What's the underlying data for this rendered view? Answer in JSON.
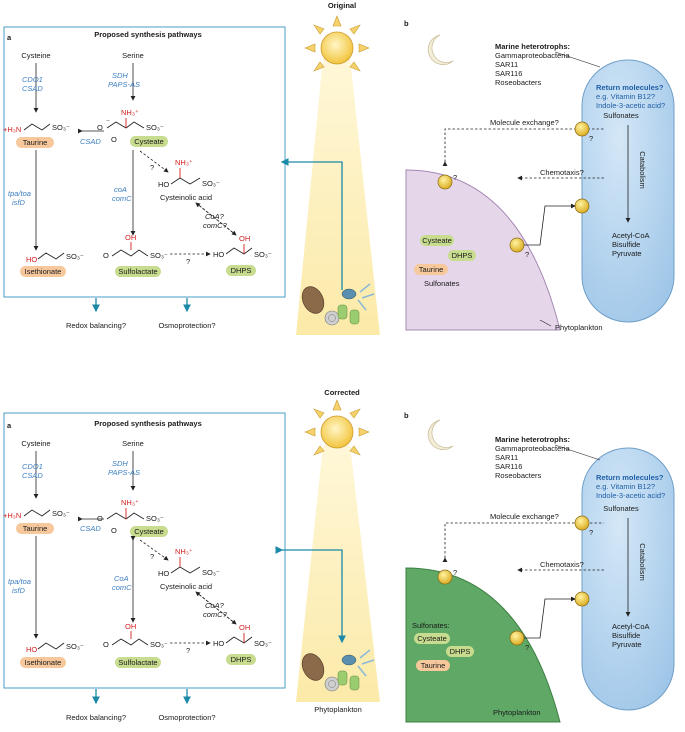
{
  "versions": [
    {
      "heading": "Original",
      "panel_a": {
        "label": "a",
        "title": "Proposed synthesis pathways",
        "cysteine": "Cysteine",
        "serine": "Serine",
        "enz_cdo": [
          "CDO1",
          "CSAD"
        ],
        "enz_sdh": [
          "SDH",
          "PAPS-AS"
        ],
        "enz_csad": "CSAD",
        "enz_tpa": [
          "tpa/toa",
          "isfD"
        ],
        "enz_coa": [
          "coA",
          "comC"
        ],
        "enz_coa2": [
          "CoA?",
          "comC?"
        ],
        "q": "?",
        "taurine": "Taurine",
        "cysteate": "Cysteate",
        "cysteinolic": "Cysteinolic acid",
        "isethionate": "Isethionate",
        "sulfolactate": "Sulfolactate",
        "dhps": "DHPS",
        "redox": "Redox balancing?",
        "osmo": "Osmoprotection?"
      },
      "panel_b": {
        "label": "b",
        "heterotrophs_title": "Marine heterotrophs:",
        "heterotrophs": [
          "Gammaproteobacteria",
          "SAR11",
          "SAR116",
          "Roseobacters"
        ],
        "return_title": "Return molecules?",
        "return_lines": [
          "e.g. Vitamin B12?",
          "Indole-3-acetic acid?"
        ],
        "sulfonates_cell": "Sulfonates",
        "catabolism": "Catabolism",
        "products": [
          "Acetyl-CoA",
          "Bisulfide",
          "Pyruvate"
        ],
        "exchange": "Molecule exchange?",
        "chemotaxis": "Chemotaxis?",
        "phyto_items": [
          "Cysteate",
          "DHPS",
          "Taurine",
          "Sulfonates"
        ],
        "phytoplankton": "Phytoplankton"
      }
    },
    {
      "heading": "Corrected",
      "panel_a": {
        "label": "a",
        "title": "Proposed synthesis pathways",
        "cysteine": "Cysteine",
        "serine": "Serine",
        "enz_cdo": [
          "CDO1",
          "CSAD"
        ],
        "enz_sdh": [
          "SDH",
          "PAPS-AS"
        ],
        "enz_csad": "CSAD",
        "enz_tpa": [
          "tpa/toa",
          "isfD"
        ],
        "enz_coa": [
          "CoA",
          "comC"
        ],
        "enz_coa2": [
          "CoA?",
          "comC?"
        ],
        "q": "?",
        "taurine": "Taurine",
        "cysteate": "Cysteate",
        "cysteinolic": "Cysteinolic acid",
        "isethionate": "Isethionate",
        "sulfolactate": "Sulfolactate",
        "dhps": "DHPS",
        "redox": "Redox balancing?",
        "osmo": "Osmoprotection?",
        "phytoplankton": "Phytoplankton"
      },
      "panel_b": {
        "label": "b",
        "heterotrophs_title": "Marine heterotrophs:",
        "heterotrophs": [
          "Gammaproteobacteria",
          "SAR11",
          "SAR116",
          "Roseobacters"
        ],
        "return_title": "Return molecules?",
        "return_lines": [
          "e.g. Vitamin B12?",
          "Indole-3-acetic acid?"
        ],
        "sulfonates_cell": "Sulfonates",
        "catabolism": "Catabolism",
        "products": [
          "Acetyl-CoA",
          "Bisulfide",
          "Pyruvate"
        ],
        "exchange": "Molecule exchange?",
        "chemotaxis": "Chemotaxis?",
        "phyto_title": "Sulfonates:",
        "phyto_items": [
          "Cysteate",
          "DHPS",
          "Taurine"
        ],
        "phytoplankton": "Phytoplankton"
      }
    }
  ],
  "colors": {
    "teal_arrow": "#1b8aa8",
    "cell_blue": "#bcd8f0",
    "phyto_purple": "#e6d6ea",
    "phyto_green": "#5fa865",
    "sun_yellow": "#f5d36a"
  }
}
